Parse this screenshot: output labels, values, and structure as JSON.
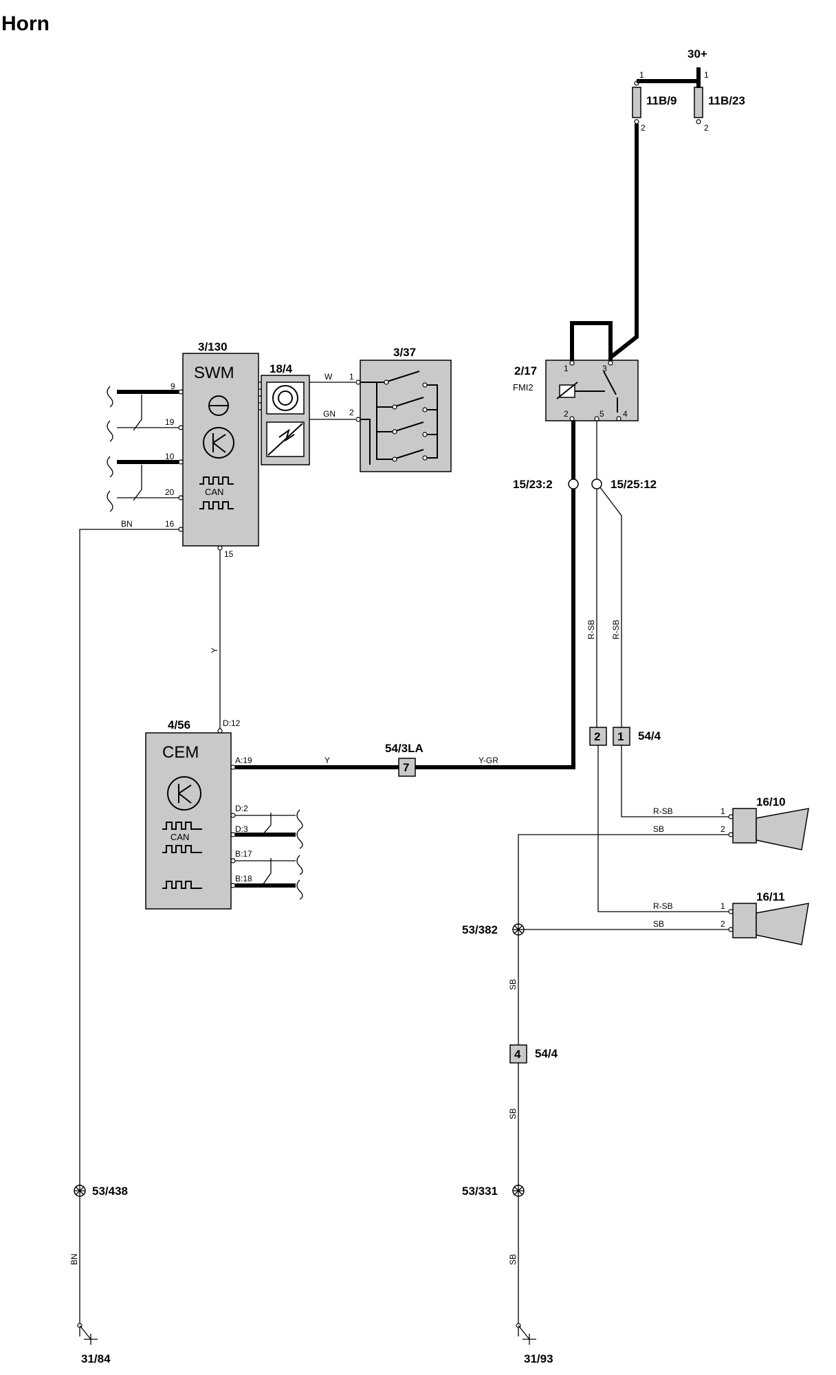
{
  "title": "Horn",
  "components": {
    "swm": {
      "id": "3/130",
      "name": "SWM",
      "can": "CAN",
      "pins": [
        "9",
        "19",
        "10",
        "20",
        "16",
        "15"
      ]
    },
    "clock_spring": {
      "id": "18/4"
    },
    "horn_switch": {
      "id": "3/37",
      "pins": [
        "1",
        "2"
      ]
    },
    "relay": {
      "id": "2/17",
      "sub": "FMI2",
      "pins": [
        "1",
        "3",
        "2",
        "5",
        "4"
      ]
    },
    "fuse1": {
      "id": "11B/9",
      "pins": [
        "1",
        "2"
      ]
    },
    "fuse2": {
      "id": "11B/23",
      "pins": [
        "1",
        "2"
      ]
    },
    "supply": "30+",
    "cem": {
      "id": "4/56",
      "name": "CEM",
      "can": "CAN",
      "pins": [
        "D:12",
        "A:19",
        "D:2",
        "D:3",
        "B:17",
        "B:18"
      ]
    },
    "conn_543la": {
      "id": "54/3LA",
      "pin": "7"
    },
    "conn_544a": {
      "id": "54/4",
      "pins": [
        "2",
        "1"
      ]
    },
    "conn_544b": {
      "id": "54/4",
      "pin": "4"
    },
    "horn1": {
      "id": "16/10",
      "pins": [
        "1",
        "2"
      ]
    },
    "horn2": {
      "id": "16/11",
      "pins": [
        "1",
        "2"
      ]
    },
    "splice_1523": "15/23:2",
    "splice_1525": "15/25:12",
    "gnd_splice_382": "53/382",
    "gnd_splice_331": "53/331",
    "gnd_splice_438": "53/438",
    "ground1": "31/84",
    "ground2": "31/93"
  },
  "wires": {
    "w": "W",
    "gn": "GN",
    "bn": "BN",
    "y": "Y",
    "ygr": "Y-GR",
    "rsb": "R-SB",
    "sb": "SB"
  }
}
